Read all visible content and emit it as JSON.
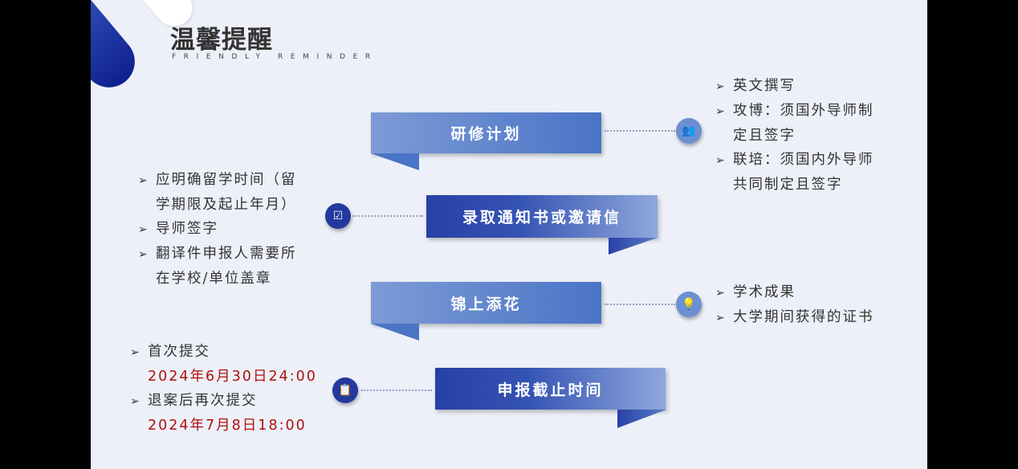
{
  "header": {
    "title": "温馨提醒",
    "subtitle": "FRIENDLY REMINDER"
  },
  "sections": [
    {
      "label": "研修计划",
      "icon": "users-icon",
      "details": [
        "英文撰写",
        "攻博：须国外导师制",
        "定且签字",
        "联培：须国内外导师",
        "共同制定且签字"
      ]
    },
    {
      "label": "录取通知书或邀请信",
      "icon": "document-check-icon",
      "details": [
        "应明确留学时间（留",
        "学期限及起止年月）",
        "导师签字",
        "翻译件申报人需要所",
        "在学校/单位盖章"
      ]
    },
    {
      "label": "锦上添花",
      "icon": "lightbulb-icon",
      "details": [
        "学术成果",
        "大学期间获得的证书"
      ]
    },
    {
      "label": "申报截止时间",
      "icon": "clipboard-icon",
      "details": [
        "首次提交",
        "2024年6月30日24:00",
        "退案后再次提交",
        "2024年7月8日18:00"
      ]
    }
  ],
  "colors": {
    "accent_dark": "#23399e",
    "accent_light": "#6c8fd2",
    "deadline": "#b01010"
  }
}
